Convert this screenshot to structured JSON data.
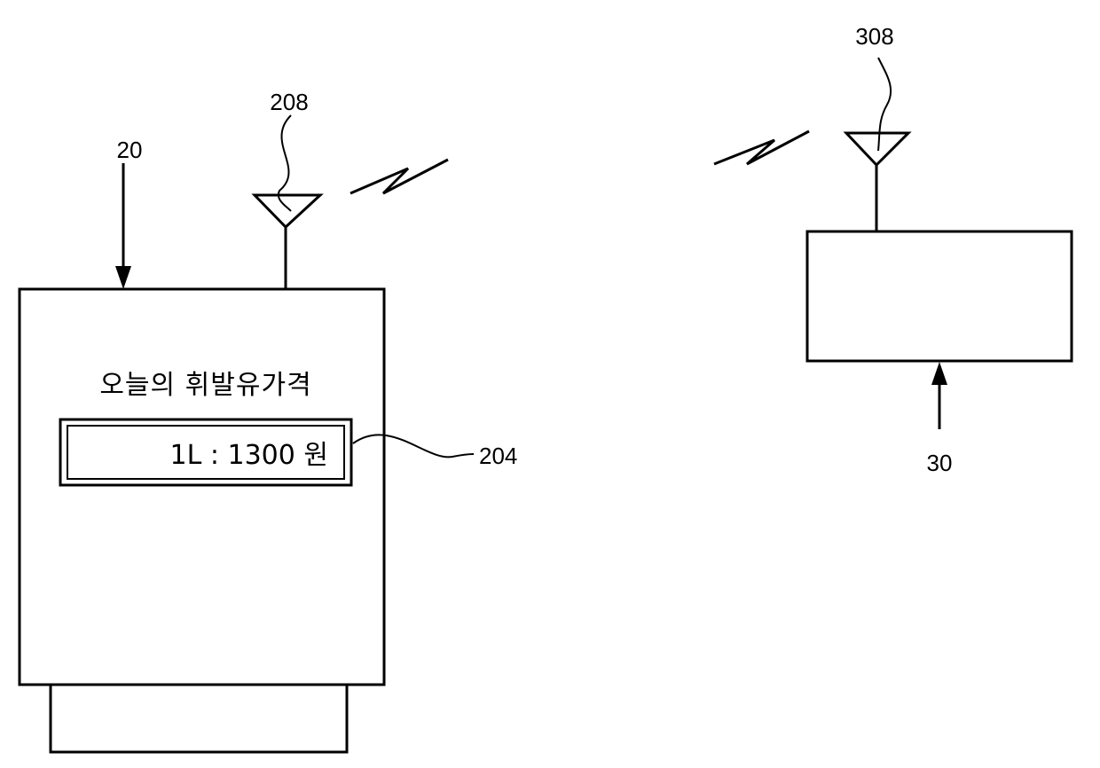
{
  "labels": {
    "dispenser_ref": "20",
    "dispenser_antenna_ref": "208",
    "display_ref": "204",
    "receiver_antenna_ref": "308",
    "receiver_ref": "30"
  },
  "dispenser": {
    "title": "오늘의 휘발유가격",
    "display_text": "1L : 1300 원"
  },
  "colors": {
    "line": "#000000",
    "background": "#ffffff"
  }
}
